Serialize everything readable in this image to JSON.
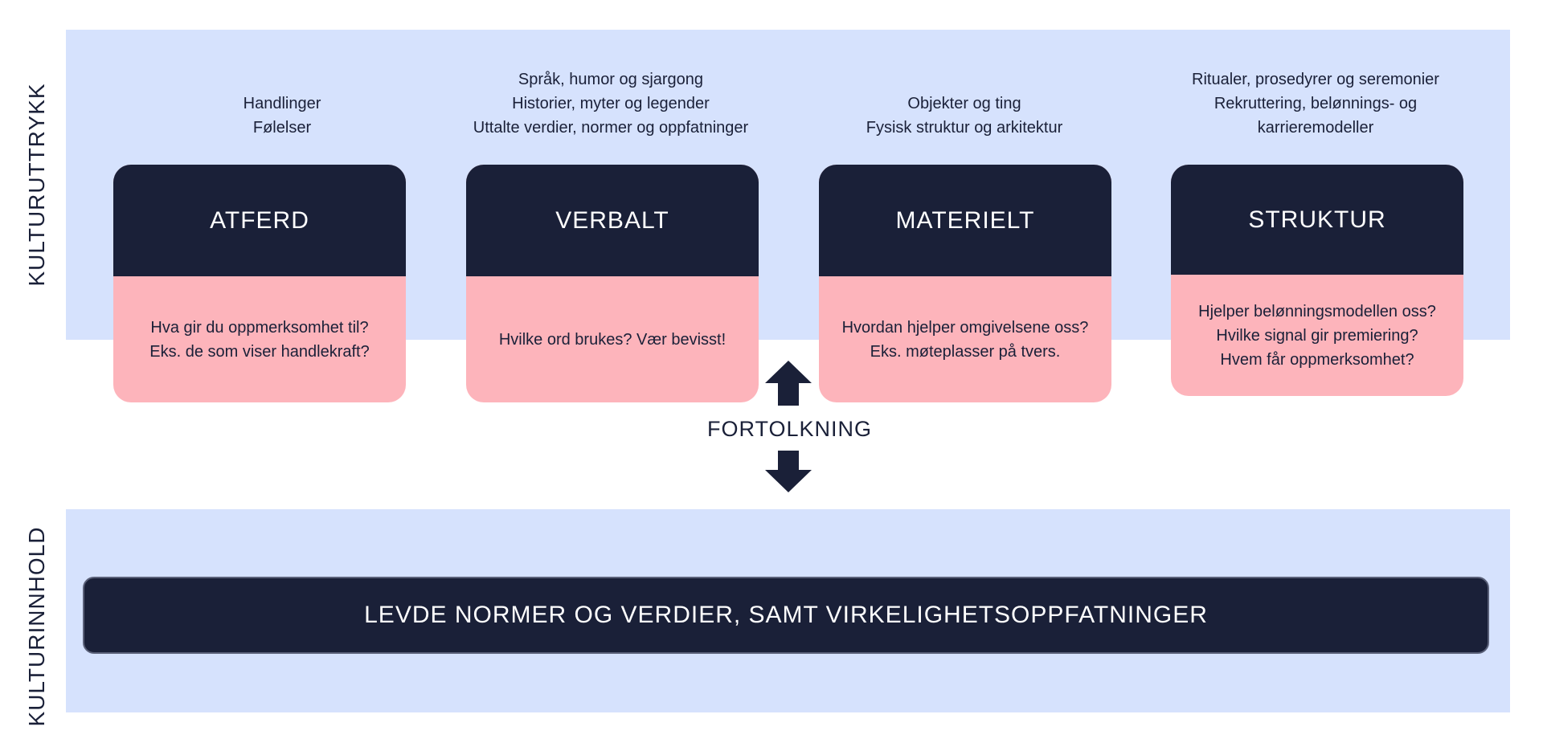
{
  "side_labels": {
    "top": "KULTURUTTRYKK",
    "bottom": "KULTURINNHOLD"
  },
  "categories": [
    {
      "title": "ATFERD",
      "description": [
        "Handlinger",
        "Følelser"
      ],
      "questions": [
        "Hva gir du oppmerksomhet til?",
        "Eks. de som viser handlekraft?"
      ]
    },
    {
      "title": "VERBALT",
      "description": [
        "Språk, humor og sjargong",
        "Historier, myter og legender",
        "Uttalte verdier, normer og oppfatninger"
      ],
      "questions": [
        "Hvilke ord brukes? Vær bevisst!"
      ]
    },
    {
      "title": "MATERIELT",
      "description": [
        "Objekter og ting",
        "Fysisk struktur og arkitektur"
      ],
      "questions": [
        "Hvordan hjelper omgivelsene oss?",
        "Eks. møteplasser på tvers."
      ]
    },
    {
      "title": "STRUKTUR",
      "description": [
        "Ritualer, prosedyrer og seremonier",
        "Rekruttering, belønnings- og",
        "karrieremodeller"
      ],
      "questions": [
        "Hjelper belønningsmodellen oss?",
        "Hvilke signal gir premiering?",
        "Hvem får oppmerksomhet?"
      ]
    }
  ],
  "interpretation": "FORTOLKNING",
  "content_bar": "LEVDE NORMER OG VERDIER, SAMT VIRKELIGHETSOPPFATNINGER",
  "colors": {
    "band": "#d6e2fd",
    "navy": "#1a2038",
    "pink": "#fdb4bb"
  }
}
